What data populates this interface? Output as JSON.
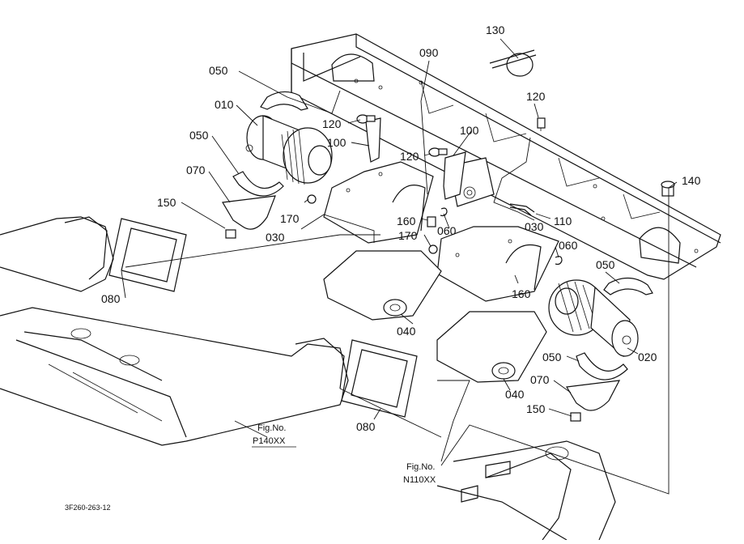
{
  "diagram": {
    "drawing_code": "3F260-263-12",
    "fig_refs": [
      {
        "label": "Fig.No.",
        "number": "P140XX"
      },
      {
        "label": "Fig.No.",
        "number": "N110XX"
      }
    ],
    "callouts": {
      "c130": "130",
      "c090": "090",
      "c120a": "120",
      "c050a": "050",
      "c010": "010",
      "c120b": "120",
      "c100a": "100",
      "c100b": "100",
      "c120c": "120",
      "c050b": "050",
      "c140": "140",
      "c070a": "070",
      "c150a": "150",
      "c170a": "170",
      "c030a": "030",
      "c160a": "160",
      "c060a": "060",
      "c030b": "030",
      "c110": "110",
      "c170b": "170",
      "c060b": "060",
      "c080a": "080",
      "c050c": "050",
      "c160b": "160",
      "c040a": "040",
      "c020": "020",
      "c050d": "050",
      "c070b": "070",
      "c040b": "040",
      "c150b": "150",
      "c080b": "080"
    }
  }
}
